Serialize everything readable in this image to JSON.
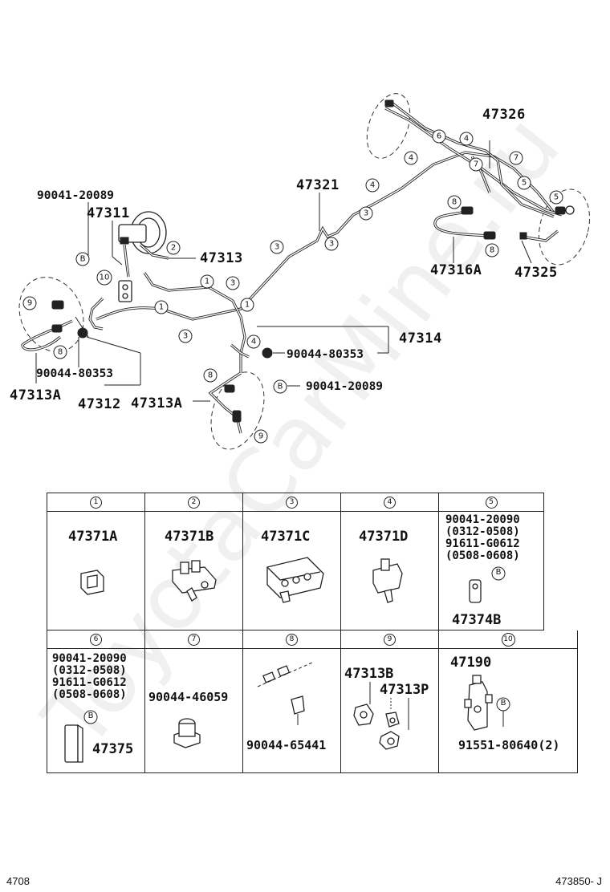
{
  "watermark": "ToyotaCarMine.ru",
  "diagram": {
    "part_47326": "47326",
    "part_47321": "47321",
    "part_90041_20089_top": "90041-20089",
    "part_47311": "47311",
    "part_47313": "47313",
    "part_47316A": "47316A",
    "part_47325": "47325",
    "part_47314": "47314",
    "part_90044_80353_right": "90044-80353",
    "part_90041_20089_bottom": "90041-20089",
    "part_90044_80353_left": "90044-80353",
    "part_47313A_left": "47313A",
    "part_47312": "47312",
    "part_47313A_mid": "47313A",
    "ref_B": "B",
    "callout_1": "1",
    "callout_2": "2",
    "callout_3": "3",
    "callout_4": "4",
    "callout_5": "5",
    "callout_6": "6",
    "callout_7": "7",
    "callout_8": "8",
    "callout_9": "9",
    "callout_10": "10"
  },
  "legend": {
    "cells": [
      {
        "num": "1",
        "part": "47371A"
      },
      {
        "num": "2",
        "part": "47371B"
      },
      {
        "num": "3",
        "part": "47371C"
      },
      {
        "num": "4",
        "part": "47371D"
      },
      {
        "num": "5",
        "lines": "90041-20090\n(0312-0508)\n91611-G0612\n(0508-0608)",
        "part": "47374B",
        "ref": "B"
      },
      {
        "num": "6",
        "lines": "90041-20090\n(0312-0508)\n91611-G0612\n(0508-0608)",
        "part": "47375",
        "ref": "B"
      },
      {
        "num": "7",
        "part": "90044-46059"
      },
      {
        "num": "8",
        "part": "90044-65441"
      },
      {
        "num": "9",
        "part_a": "47313B",
        "part_b": "47313P"
      },
      {
        "num": "10",
        "part": "47190",
        "sub": "91551-80640(2)",
        "ref": "B"
      }
    ]
  },
  "footer": {
    "left": "4708",
    "right": "473850- J"
  }
}
